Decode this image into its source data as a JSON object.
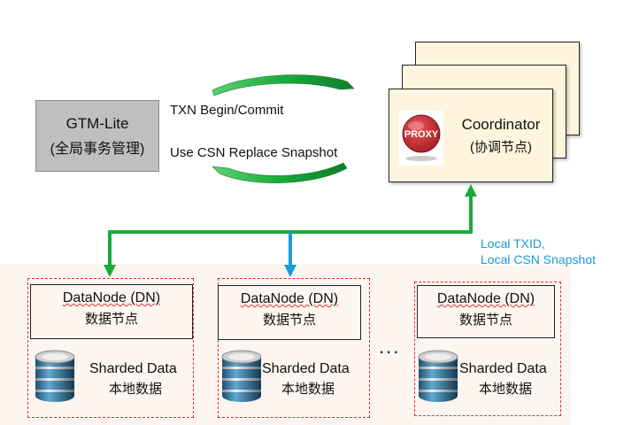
{
  "gtm": {
    "title": "GTM-Lite",
    "subtitle": "(全局事务管理)"
  },
  "arrows": {
    "top_label": "TXN Begin/Commit",
    "bottom_label": "Use CSN Replace Snapshot"
  },
  "coordinator": {
    "title": "Coordinator",
    "subtitle": "(协调节点)",
    "logo_text": "PROXY"
  },
  "local_label": {
    "line1": "Local TXID,",
    "line2": "Local CSN Snapshot"
  },
  "datanodes": [
    {
      "title": "DataNode (DN)",
      "subtitle": "数据节点",
      "data_title": "Sharded Data",
      "data_subtitle": "本地数据"
    },
    {
      "title": "DataNode (DN)",
      "subtitle": "数据节点",
      "data_title": "Sharded Data",
      "data_subtitle": "本地数据"
    },
    {
      "title": "DataNode (DN)",
      "subtitle": "数据节点",
      "data_title": "Sharded Data",
      "data_subtitle": "本地数据"
    }
  ],
  "ellipsis": "...",
  "colors": {
    "green": "#1aaa3c",
    "teal": "#1a9bd7",
    "red_dashed": "#e03030",
    "coord_fill": "#fff5de",
    "gtm_fill": "#bfbfbf"
  }
}
